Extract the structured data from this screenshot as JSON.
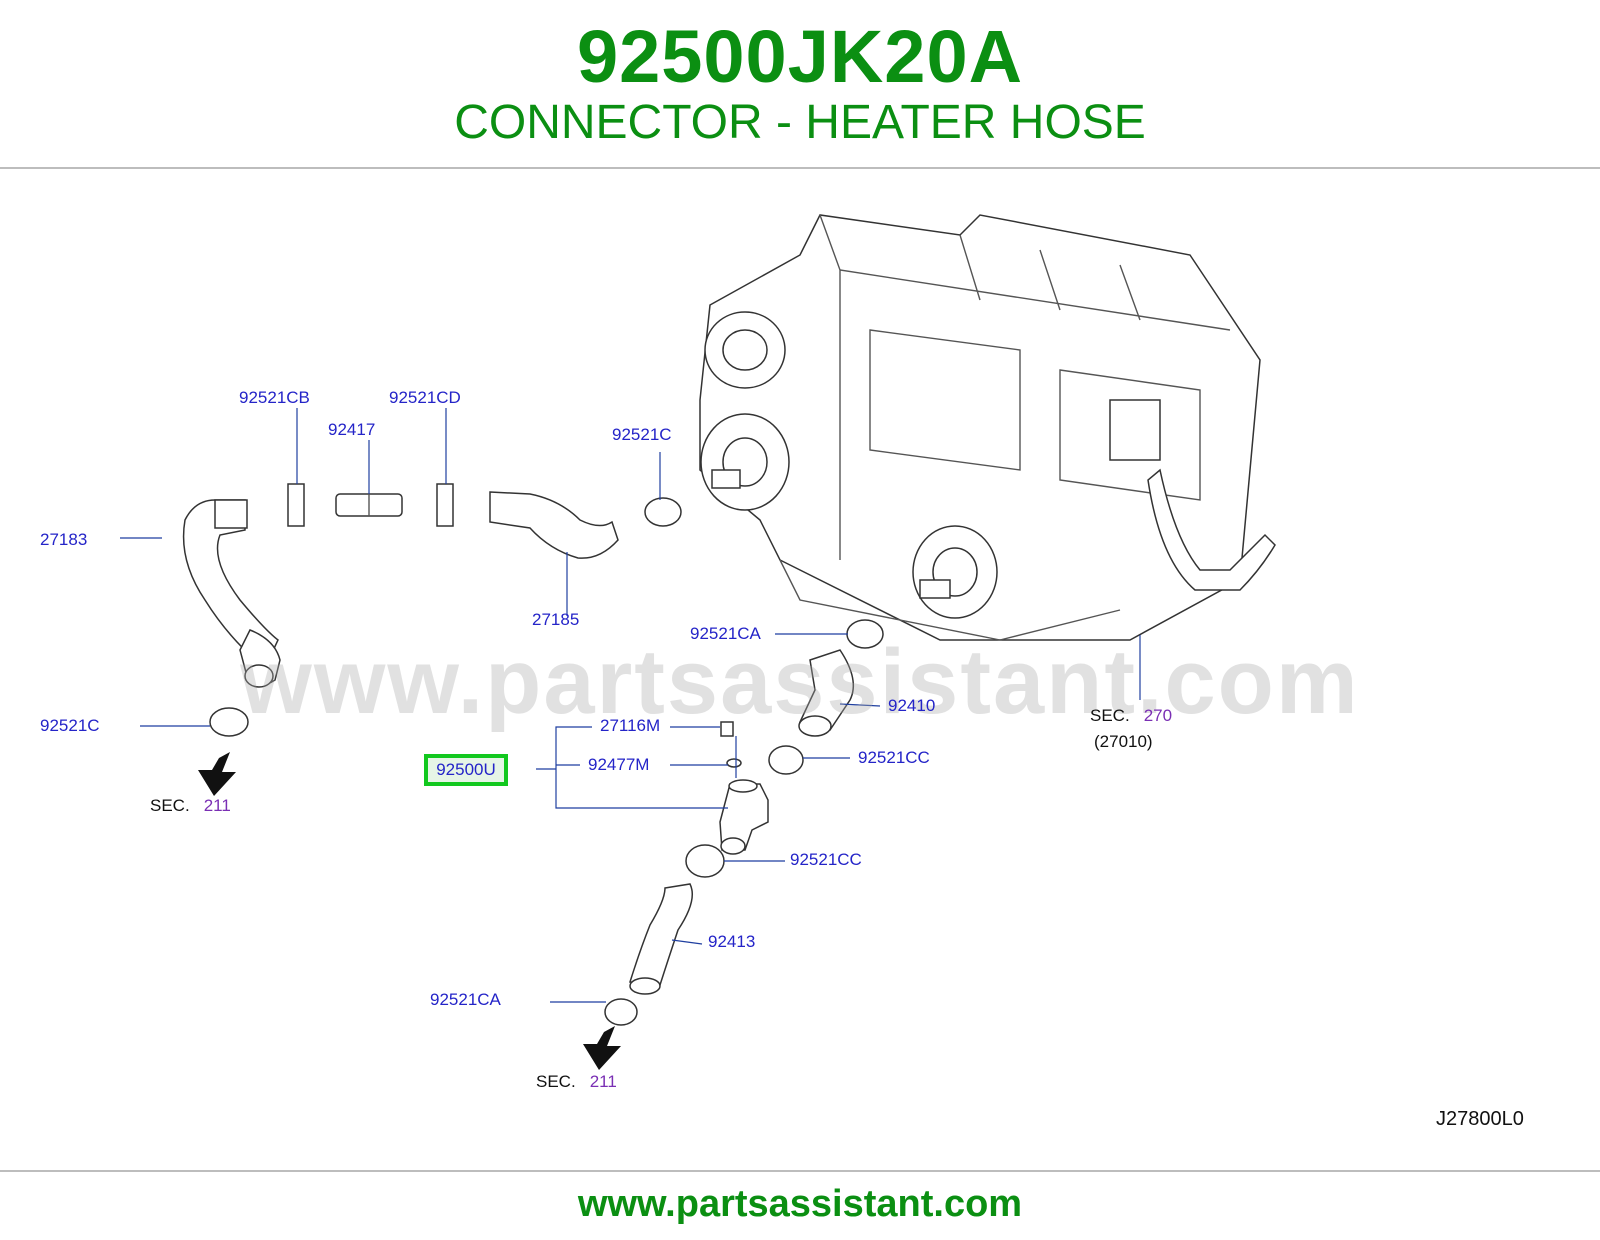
{
  "header": {
    "part_number": "92500JK20A",
    "part_name": "CONNECTOR - HEATER HOSE"
  },
  "watermark": "www.partsassistant.com",
  "footer": {
    "url": "www.partsassistant.com"
  },
  "reference_code": "J27800L0",
  "highlighted_part": "92500U",
  "labels": {
    "p92521CB": "92521CB",
    "p92521CD": "92521CD",
    "p92417": "92417",
    "p92521C_top": "92521C",
    "p27183": "27183",
    "p27185": "27185",
    "p92521CA_top": "92521CA",
    "p92410": "92410",
    "p92521C_left": "92521C",
    "p27116M": "27116M",
    "p92477M": "92477M",
    "p92521CC_upper": "92521CC",
    "p92521CC_lower": "92521CC",
    "p92413": "92413",
    "p92521CA_bottom": "92521CA"
  },
  "sections": {
    "sec_left": {
      "prefix": "SEC.",
      "num": "211"
    },
    "sec_bottom": {
      "prefix": "SEC.",
      "num": "211"
    },
    "sec_right": {
      "prefix": "SEC.",
      "num": "270",
      "sub": "(27010)"
    }
  },
  "colors": {
    "brand_green": "#0b8f12",
    "label_blue": "#2424c8",
    "section_purple": "#7a2fb4",
    "highlight_green": "#12c81e"
  }
}
